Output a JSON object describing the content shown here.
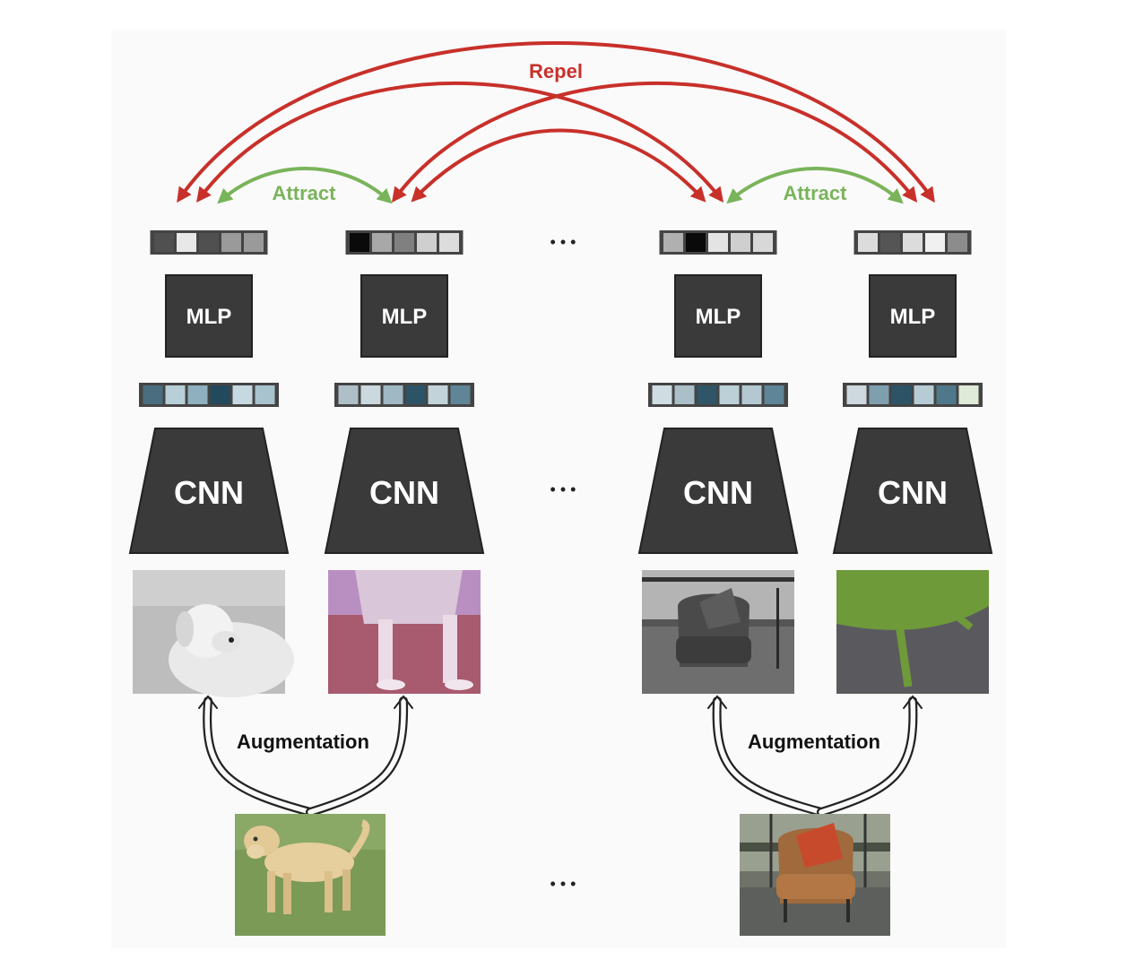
{
  "labels": {
    "repel": "Repel",
    "attract_left": "Attract",
    "attract_right": "Attract",
    "augmentation_left": "Augmentation",
    "augmentation_right": "Augmentation",
    "ellipsis": "• • •"
  },
  "colors": {
    "repel": "#c8302a",
    "attract": "#7ab45a",
    "block": "#3a3a3a",
    "block_text": "#ffffff",
    "augmentation_arrow": "#222222"
  },
  "pipelines": [
    {
      "id": "dog-gray",
      "mlp_label": "MLP",
      "cnn_label": "CNN",
      "image": "dog-grayscale-view",
      "projection": [
        "#505050",
        "#e8e8e8",
        "#505050",
        "#9a9a9a",
        "#9a9a9a"
      ],
      "representation": [
        "#4a6e80",
        "#b9cfd8",
        "#8fb0be",
        "#23495d",
        "#c6d9e1",
        "#a9c3ce"
      ]
    },
    {
      "id": "dog-crop",
      "mlp_label": "MLP",
      "cnn_label": "CNN",
      "image": "dog-cropped-color-jitter-view",
      "projection": [
        "#0a0a0a",
        "#a8a8a8",
        "#808080",
        "#cfcfcf",
        "#dcdcdc"
      ],
      "representation": [
        "#aebfc8",
        "#cbd8de",
        "#9fb8c3",
        "#2d5366",
        "#c3d3da",
        "#5f8596"
      ]
    },
    {
      "id": "chair-gray",
      "mlp_label": "MLP",
      "cnn_label": "CNN",
      "image": "chair-grayscale-view",
      "projection": [
        "#b0b0b0",
        "#0a0a0a",
        "#e4e4e4",
        "#cfcfcf",
        "#d8d8d8"
      ],
      "representation": [
        "#cfdde2",
        "#aabfc8",
        "#2f5567",
        "#bcd0d8",
        "#b3c8d1",
        "#5e8598"
      ]
    },
    {
      "id": "chair-crop",
      "mlp_label": "MLP",
      "cnn_label": "CNN",
      "image": "chair-cropped-view",
      "projection": [
        "#dcdcdc",
        "#555555",
        "#dcdcdc",
        "#f0f0f0",
        "#8c8c8c"
      ],
      "representation": [
        "#cdd9df",
        "#7f9fae",
        "#2d5366",
        "#b7cbd4",
        "#4f788b",
        "#e0ead8"
      ]
    }
  ],
  "originals": [
    {
      "id": "dog-original",
      "image": "labrador-dog-photo"
    },
    {
      "id": "chair-original",
      "image": "armchair-photo"
    }
  ]
}
